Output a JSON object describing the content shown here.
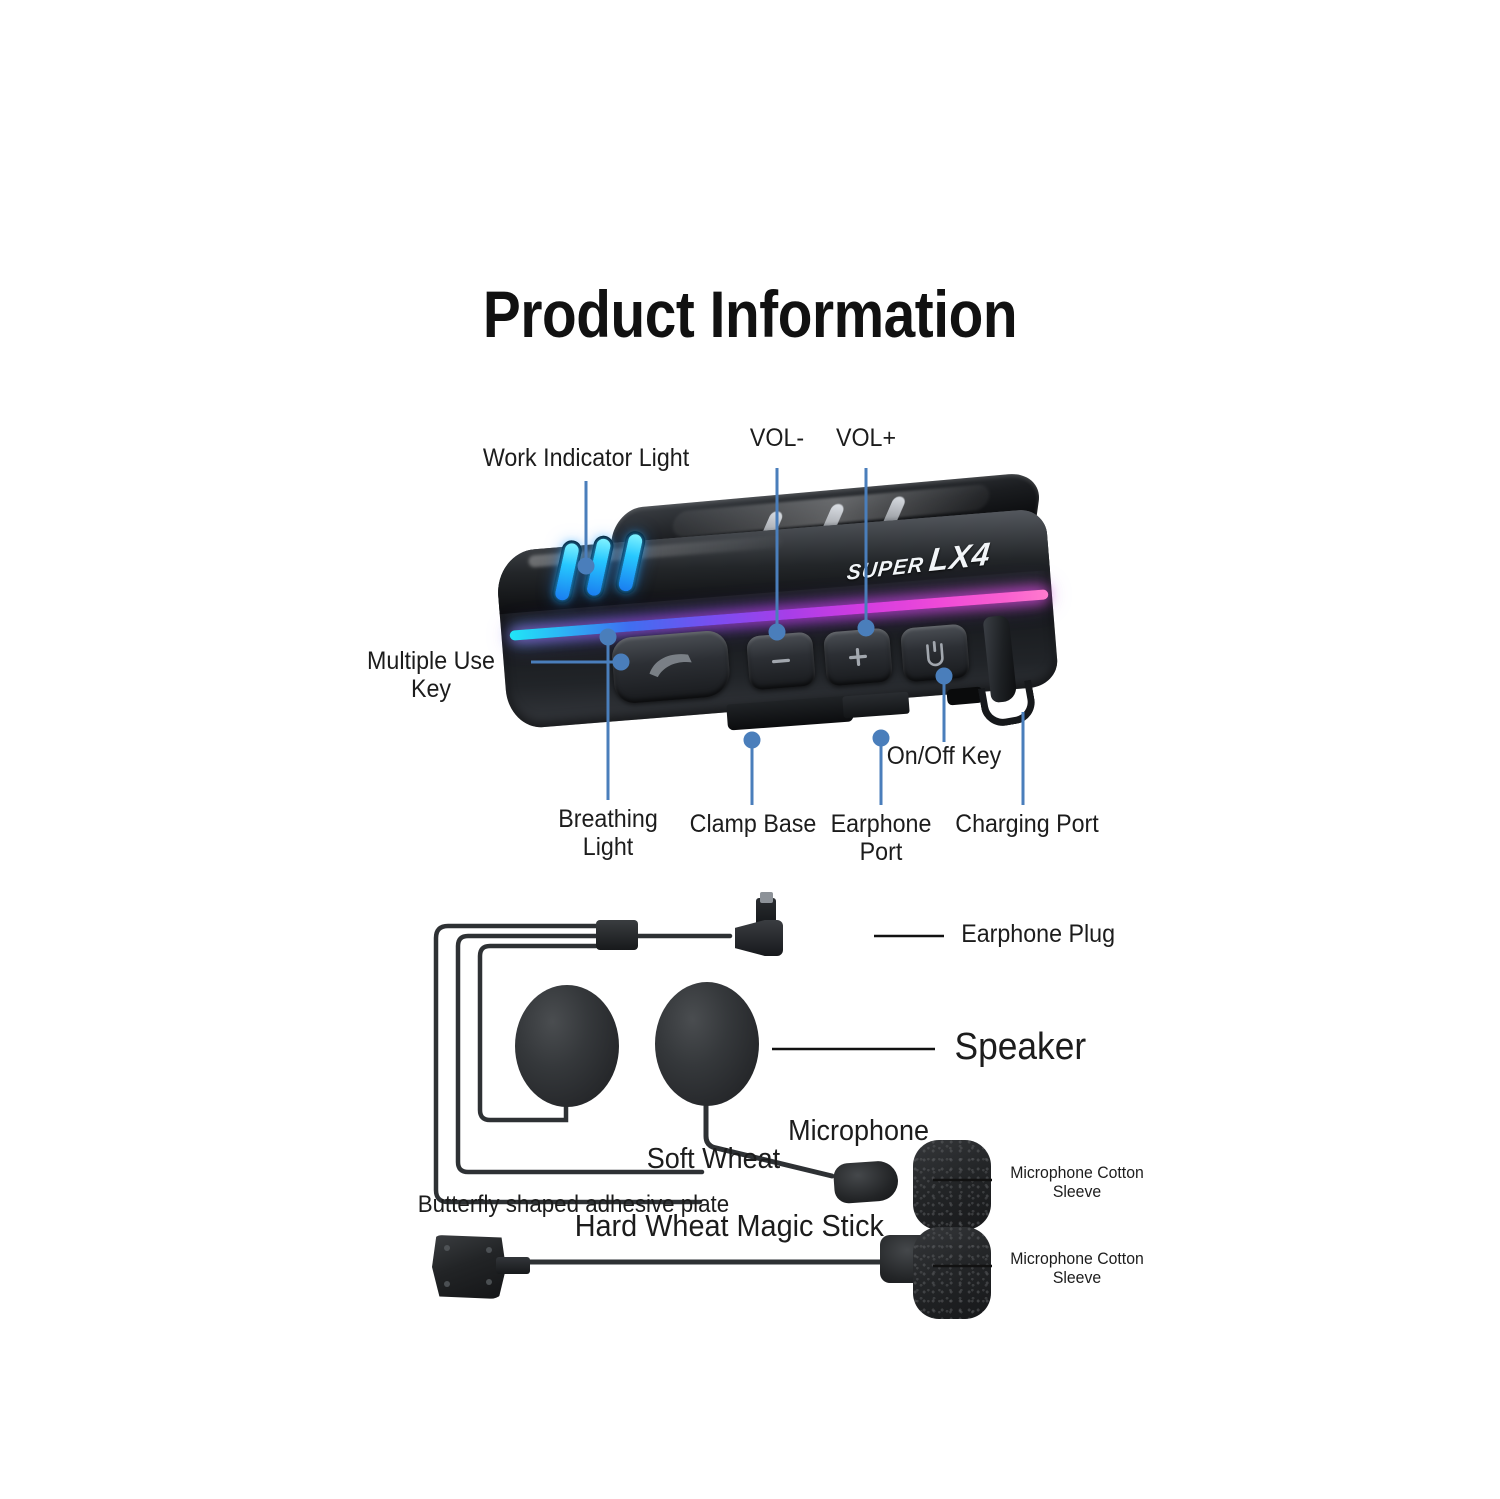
{
  "page": {
    "title": "Product Information"
  },
  "device": {
    "brand_prefix": "SUPER",
    "brand_model": "LX4",
    "labels": {
      "work_indicator_light": "Work Indicator Light",
      "vol_minus": "VOL-",
      "vol_plus": "VOL+",
      "multiple_use_key": "Multiple Use\nKey",
      "breathing_light": "Breathing\nLight",
      "clamp_base": "Clamp Base",
      "earphone_port": "Earphone\nPort",
      "on_off_key": "On/Off Key",
      "charging_port": "Charging Port"
    },
    "buttons": {
      "multi_icon": "phone-icon",
      "minus_icon": "minus-icon",
      "plus_icon": "plus-icon",
      "power_icon": "power-icon"
    }
  },
  "accessories": {
    "labels": {
      "earphone_plug": "Earphone Plug",
      "speaker": "Speaker",
      "microphone": "Microphone",
      "soft_wheat": "Soft Wheat",
      "butterfly_plate": "Butterfly shaped adhesive plate",
      "hard_wheat": "Hard Wheat Magic Stick",
      "cotton_sleeve_1": "Microphone Cotton\nSleeve",
      "cotton_sleeve_2": "Microphone Cotton\nSleeve"
    }
  },
  "colors": {
    "background": "#ffffff",
    "text": "#1c1c1c",
    "leader_blue": "#4a7ebb",
    "leader_black": "#111111",
    "indicator_cyan": "#27c8ff",
    "rgb_strip_start": "#21e6f7",
    "rgb_strip_mid": "#a83ee8",
    "rgb_strip_end": "#ff7bcd",
    "device_body": "#1b1d20"
  }
}
